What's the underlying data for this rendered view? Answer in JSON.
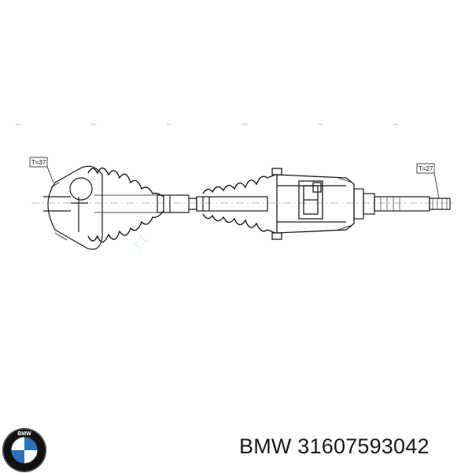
{
  "diagram": {
    "left_tag": "T=37",
    "right_tag": "T=27"
  },
  "caption": {
    "brand": "BMW",
    "part_number": "31607593042"
  },
  "logo": {
    "letters": "BMW",
    "colors": {
      "ring": "#111111",
      "blue": "#2b73b6",
      "white": "#ffffff"
    }
  },
  "colors": {
    "line": "#1a1a1a",
    "centerline": "#9aa8c8",
    "watermark": "#c9d4ec"
  }
}
